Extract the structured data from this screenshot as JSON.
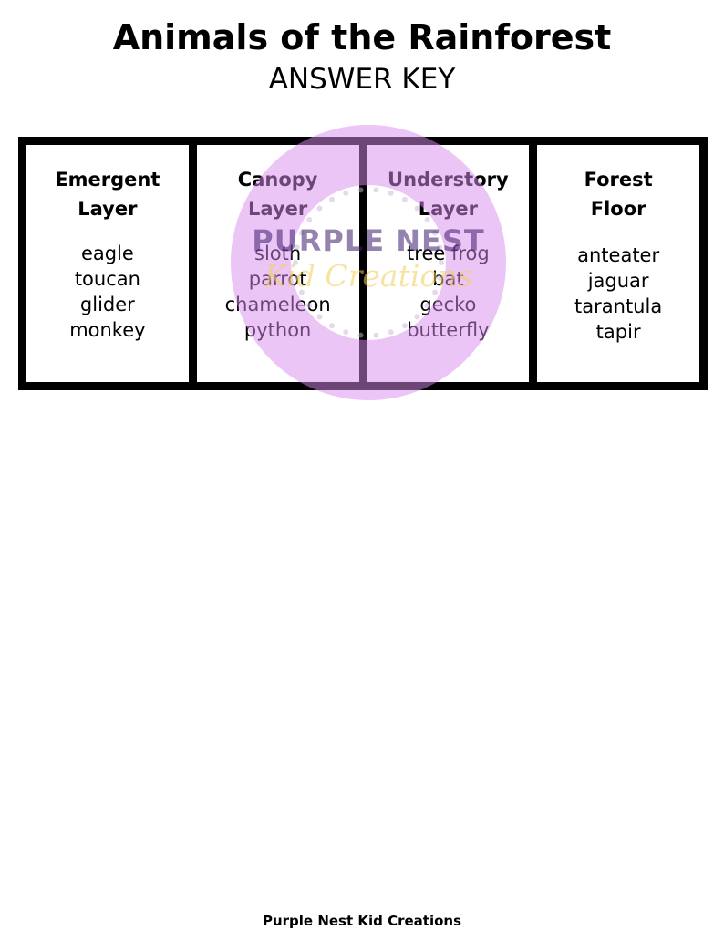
{
  "title": "Animals of the Rainforest",
  "subtitle": "ANSWER KEY",
  "columns": [
    {
      "heading": [
        "Emergent",
        "Layer"
      ],
      "animals": [
        "eagle",
        "toucan",
        "glider",
        "monkey"
      ]
    },
    {
      "heading": [
        "Canopy",
        "Layer"
      ],
      "animals": [
        "sloth",
        "parrot",
        "chameleon",
        "python"
      ]
    },
    {
      "heading": [
        "Understory",
        "Layer"
      ],
      "animals": [
        "tree frog",
        "bat",
        "gecko",
        "butterfly"
      ]
    },
    {
      "heading": [
        "Forest",
        "Floor"
      ],
      "animals": [
        "anteater",
        "jaguar",
        "tarantula",
        "tapir"
      ]
    }
  ],
  "watermark": {
    "line1": "PURPLE NEST",
    "line2": "Kid Creations",
    "circle_color": "#d98cf0",
    "dot_color": "#c9b6d9"
  },
  "footer": "Purple Nest Kid Creations"
}
